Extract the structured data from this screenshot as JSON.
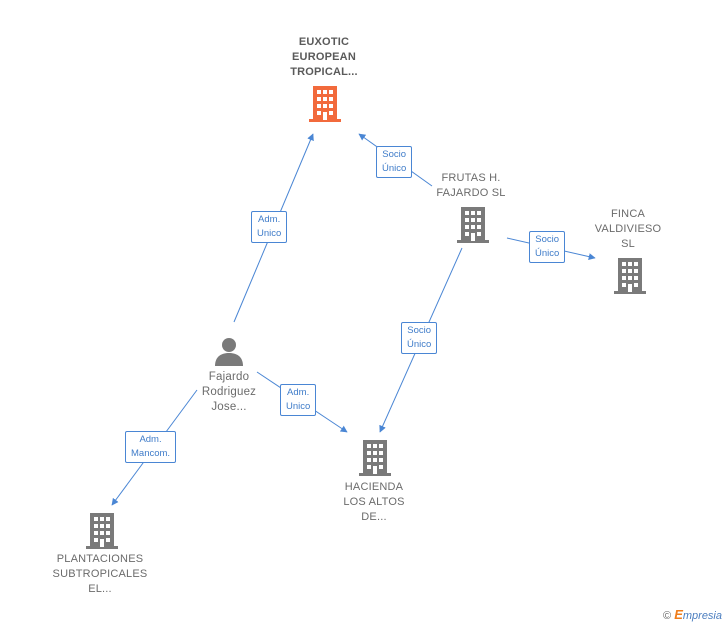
{
  "nodes": {
    "euxotic": {
      "label": "EUXOTIC\nEUROPEAN\nTROPICAL...",
      "icon": "building-icon",
      "color": "#f26a3c"
    },
    "frutas": {
      "label": "FRUTAS H.\nFAJARDO SL",
      "icon": "building-icon",
      "color": "#7a7a7a"
    },
    "finca": {
      "label": "FINCA\nVALDIVIESO\nSL",
      "icon": "building-icon",
      "color": "#7a7a7a"
    },
    "fajardo": {
      "label": "Fajardo\nRodriguez\nJose...",
      "icon": "person-icon",
      "color": "#7a7a7a"
    },
    "hacienda": {
      "label": "HACIENDA\nLOS ALTOS\nDE...",
      "icon": "building-icon",
      "color": "#7a7a7a"
    },
    "plantaciones": {
      "label": "PLANTACIONES\nSUBTROPICALES\nEL...",
      "icon": "building-icon",
      "color": "#7a7a7a"
    }
  },
  "edges": {
    "fajardo_euxotic": "Adm.\nUnico",
    "frutas_euxotic": "Socio\nÚnico",
    "frutas_finca": "Socio\nÚnico",
    "frutas_hacienda": "Socio\nÚnico",
    "fajardo_hacienda": "Adm.\nUnico",
    "fajardo_plantaciones": "Adm.\nMancom."
  },
  "colors": {
    "edge": "#4a86d4",
    "accent": "#f26a3c",
    "node": "#7a7a7a"
  },
  "brand": {
    "copyright": "©",
    "e": "E",
    "rest": "mpresia"
  }
}
